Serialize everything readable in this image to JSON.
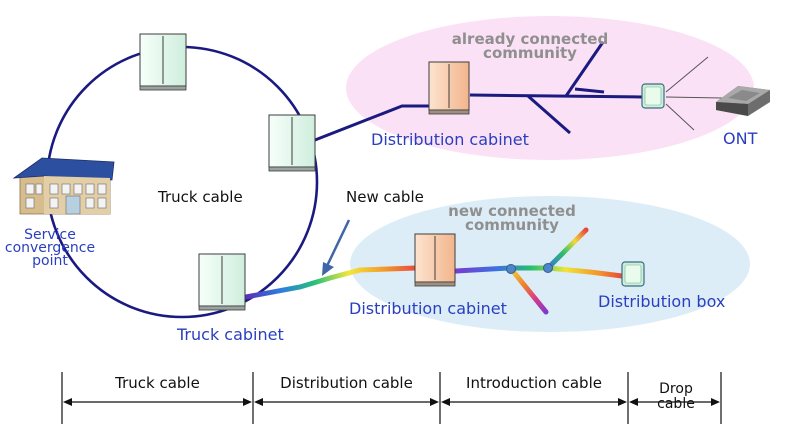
{
  "labels": {
    "service_point": [
      "Service",
      "convergence",
      "point"
    ],
    "truck_cable_ring": "Truck cable",
    "new_cable": "New cable",
    "truck_cabinet": "Truck cabinet",
    "distribution_cabinet_top": "Distribution cabinet",
    "distribution_cabinet_bottom": "Distribution cabinet",
    "distribution_box": "Distribution box",
    "ont": "ONT",
    "already_connected_community": [
      "already connected",
      "community"
    ],
    "new_connected_community": [
      "new connected",
      "community"
    ]
  },
  "segments": [
    {
      "label": "Truck cable"
    },
    {
      "label": "Distribution cable"
    },
    {
      "label": "Introduction cable"
    },
    {
      "label": "Drop cable"
    }
  ],
  "colors": {
    "community_existing": "#fbe1f6",
    "community_new": "#dcedf8",
    "cable_existing": "#1a1a80",
    "label_blue": "#2a3fbf",
    "cabinet_green": "#e8f8ef",
    "cabinet_orange": "#f7c8a4"
  },
  "icons": [
    "building-icon",
    "cabinet-icon",
    "ont-device-icon",
    "distribution-box-icon",
    "arrow-icon"
  ]
}
